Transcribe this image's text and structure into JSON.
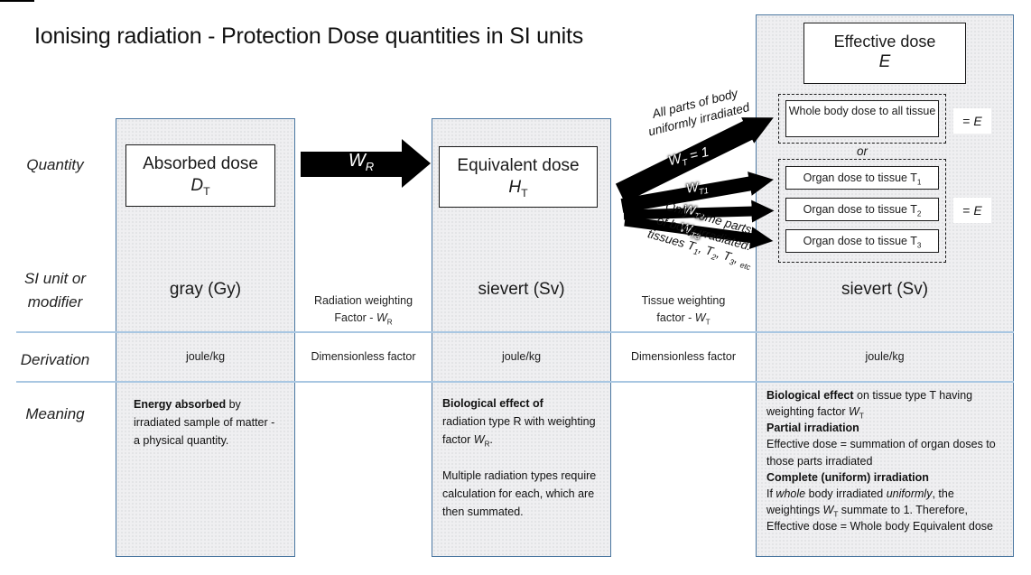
{
  "title": "Ionising radiation - Protection Dose quantities in SI units",
  "colors": {
    "panel_border": "#4a76a0",
    "panel_fill": "#efeff1",
    "row_line": "#a9c7e2",
    "arrow": "#000000",
    "text": "#1a1a1a"
  },
  "row_labels": {
    "quantity": "Quantity",
    "si_unit": [
      {
        "t": "SI unit or"
      },
      {
        "br": true
      },
      {
        "t": "modifier"
      }
    ],
    "derivation": "Derivation",
    "meaning": "Meaning"
  },
  "quantity_boxes": {
    "absorbed_line1": "Absorbed dose",
    "absorbed_line2": [
      {
        "t": "D",
        "i": true
      },
      {
        "t": "T",
        "s": true
      }
    ],
    "equivalent_line1": "Equivalent dose",
    "equivalent_line2": [
      {
        "t": "H",
        "i": true
      },
      {
        "t": "T",
        "s": true
      }
    ],
    "effective_line1": "Effective dose",
    "effective_line2": [
      {
        "t": "E",
        "i": true
      }
    ]
  },
  "arrows": {
    "wr_label": [
      {
        "t": "W",
        "i": true
      },
      {
        "t": "R",
        "s": true
      }
    ],
    "wt_eq_1": [
      {
        "t": "W",
        "i": true
      },
      {
        "t": "T",
        "s": true
      },
      {
        "t": " = 1"
      }
    ],
    "wt1": [
      {
        "t": "W",
        "i": true
      },
      {
        "t": "T1",
        "s": true
      }
    ],
    "wt2": [
      {
        "t": "W",
        "i": true
      },
      {
        "t": "T2",
        "s": true
      }
    ],
    "wt3": [
      {
        "t": "W",
        "i": true
      },
      {
        "t": "T3",
        "s": true
      }
    ],
    "all_parts": [
      {
        "t": "All parts of body"
      },
      {
        "br": true
      },
      {
        "t": "uniformly irradiated"
      }
    ],
    "only_some": [
      {
        "t": "Only some parts"
      },
      {
        "br": true
      },
      {
        "t": "of body irradiated:"
      },
      {
        "br": true
      },
      {
        "t": "tissues T"
      },
      {
        "t": "1",
        "s": true
      },
      {
        "t": ", T"
      },
      {
        "t": "2",
        "s": true
      },
      {
        "t": ", T"
      },
      {
        "t": "3",
        "s": true
      },
      {
        "t": ", "
      },
      {
        "t": "etc",
        "s": true
      }
    ]
  },
  "effective_detail": {
    "whole_body": "Whole body dose to all tissue",
    "or_label": "or",
    "equals_e": [
      {
        "t": "= "
      },
      {
        "t": "E",
        "i": true
      }
    ],
    "organ1": [
      {
        "t": "Organ dose to tissue T"
      },
      {
        "t": "1",
        "s": true
      }
    ],
    "organ2": [
      {
        "t": "Organ dose to tissue T"
      },
      {
        "t": "2",
        "s": true
      }
    ],
    "organ3": [
      {
        "t": "Organ dose to tissue T"
      },
      {
        "t": "3",
        "s": true
      }
    ]
  },
  "si_unit_row": {
    "absorbed": "gray (Gy)",
    "gap1": {
      "line1": "Radiation weighting",
      "line2": [
        {
          "t": "Factor - "
        },
        {
          "t": "W",
          "i": true
        },
        {
          "t": "R",
          "s": true
        }
      ]
    },
    "equivalent": "sievert (Sv)",
    "gap2": {
      "line1": "Tissue weighting",
      "line2": [
        {
          "t": "factor - "
        },
        {
          "t": "W",
          "i": true
        },
        {
          "t": "T",
          "s": true
        }
      ]
    },
    "effective": "sievert (Sv)"
  },
  "derivation_row": {
    "absorbed": "joule/kg",
    "gap1": "Dimensionless factor",
    "equivalent": "joule/kg",
    "gap2": "Dimensionless factor",
    "effective": "joule/kg"
  },
  "meaning_row": {
    "absorbed": [
      {
        "t": "Energy absorbed",
        "b": true
      },
      {
        "t": " by irradiated sample of matter  - a physical quantity."
      }
    ],
    "equivalent": [
      {
        "t": "Biological effect of",
        "b": true
      },
      {
        "br": true
      },
      {
        "t": "radiation type R with weighting factor "
      },
      {
        "t": "W",
        "i": true
      },
      {
        "t": "R",
        "s": true
      },
      {
        "t": "."
      },
      {
        "br": true
      },
      {
        "br": true
      },
      {
        "t": "Multiple radiation types require calculation for each, which are then summated."
      }
    ],
    "effective": [
      {
        "t": "Biological effect",
        "b": true
      },
      {
        "t": " on tissue type T having weighting factor "
      },
      {
        "t": "W",
        "i": true
      },
      {
        "t": "T",
        "s": true
      },
      {
        "br": true
      },
      {
        "t": "Partial irradiation",
        "b": true
      },
      {
        "br": true
      },
      {
        "t": "Effective dose = summation of organ doses to those parts irradiated"
      },
      {
        "br": true
      },
      {
        "t": "Complete (uniform) irradiation",
        "b": true
      },
      {
        "br": true
      },
      {
        "t": "If "
      },
      {
        "t": "whole",
        "i": true
      },
      {
        "t": " body irradiated "
      },
      {
        "t": "uniformly",
        "i": true
      },
      {
        "t": ", the weightings "
      },
      {
        "t": "W",
        "i": true
      },
      {
        "t": "T",
        "s": true
      },
      {
        "t": " summate to 1. Therefore, Effective dose  = Whole body Equivalent dose"
      }
    ]
  }
}
